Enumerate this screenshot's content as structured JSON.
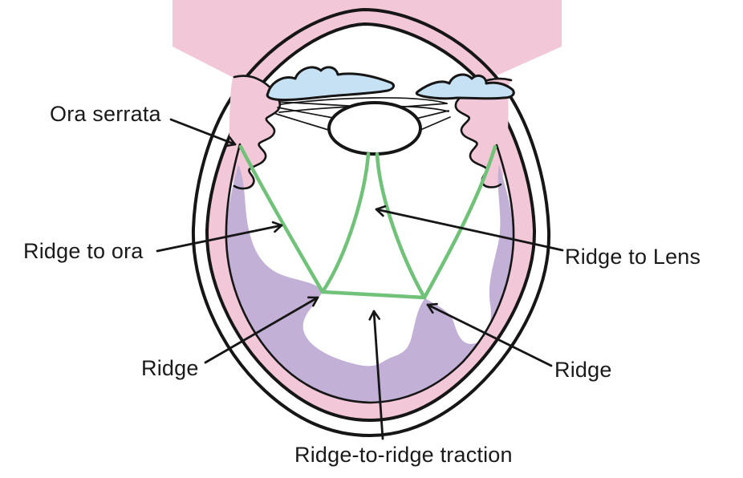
{
  "diagram": {
    "labels": {
      "ora_serrata": "Ora serrata",
      "ridge_to_ora": "Ridge to ora",
      "ridge_to_lens": "Ridge to Lens",
      "ridge_left": "Ridge",
      "ridge_right": "Ridge",
      "ridge_to_ridge_traction": "Ridge-to-ridge traction"
    },
    "colors": {
      "outline_black": "#161616",
      "traction_green": "#6fc278",
      "choroid_pink": "#f2c7d8",
      "retina_purple": "#c2b0d7",
      "ciliary_blue": "#c6e1f3",
      "lens_white": "#ffffff",
      "background": "#ffffff",
      "label_text": "#1a1a1a"
    }
  }
}
